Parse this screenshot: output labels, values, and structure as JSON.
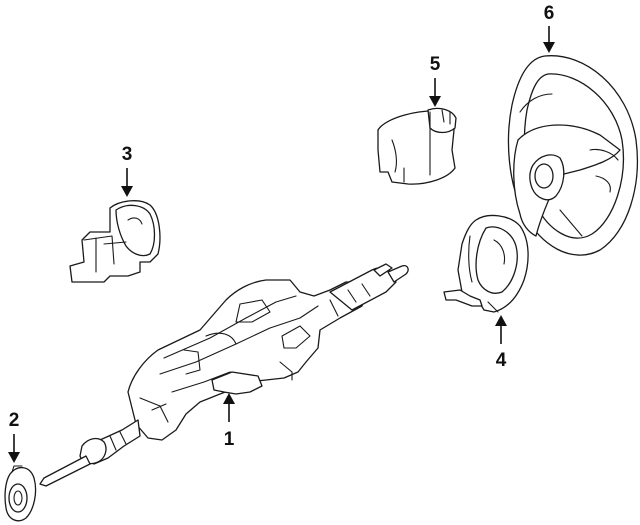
{
  "callouts": {
    "c1": "1",
    "c2": "2",
    "c3": "3",
    "c4": "4",
    "c5": "5",
    "c6": "6"
  },
  "parts": {
    "p1": "steering-column-icon",
    "p2": "end-cap-icon",
    "p3": "bracket-clip-icon",
    "p4": "clockspring-icon",
    "p5": "cylinder-housing-icon",
    "p6": "steering-wheel-icon"
  }
}
